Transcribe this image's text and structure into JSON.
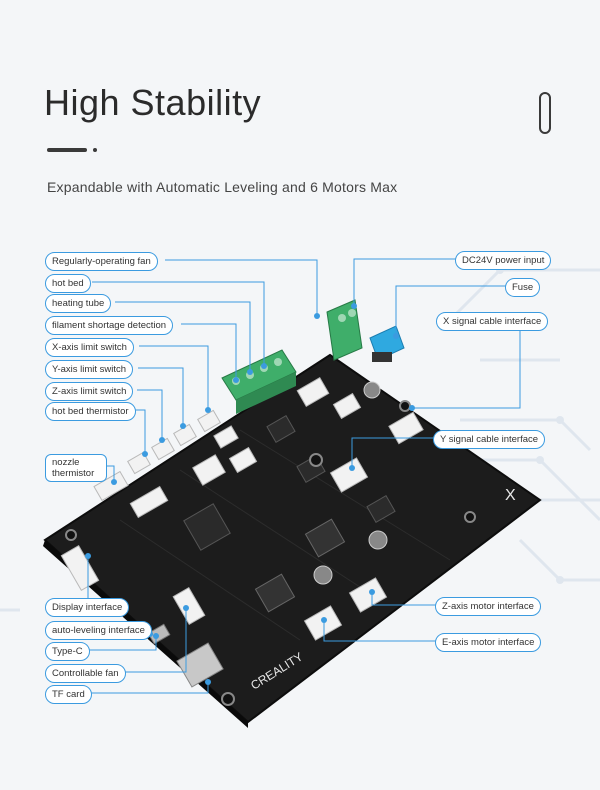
{
  "header": {
    "title": "High Stability",
    "subtitle": "Expandable with Automatic Leveling and 6 Motors Max"
  },
  "board": {
    "silkscreen": "CREALITY",
    "axis_mark": "X"
  },
  "labels": {
    "fan": "Regularly-operating fan",
    "hot_bed": "hot bed",
    "heating_tube": "heating tube",
    "filament": "filament shortage detection",
    "x_limit": "X-axis limit switch",
    "y_limit": "Y-axis limit switch",
    "z_limit": "Z-axis limit switch",
    "hot_bed_thermistor": "hot bed thermistor",
    "nozzle_thermistor": "nozzle thermistor",
    "display": "Display interface",
    "auto_leveling": "auto-leveling interface",
    "type_c": "Type-C",
    "controllable_fan": "Controllable fan",
    "tf_card": "TF card",
    "dc_power": "DC24V power input",
    "fuse": "Fuse",
    "x_signal": "X signal cable interface",
    "y_signal": "Y signal cable interface",
    "z_motor": "Z-axis motor interface",
    "e_motor": "E-axis motor interface"
  },
  "colors": {
    "accent": "#3b9be0",
    "board": "#1c1c1c",
    "terminal": "#3fae6a",
    "fuse": "#2fa9e0"
  }
}
